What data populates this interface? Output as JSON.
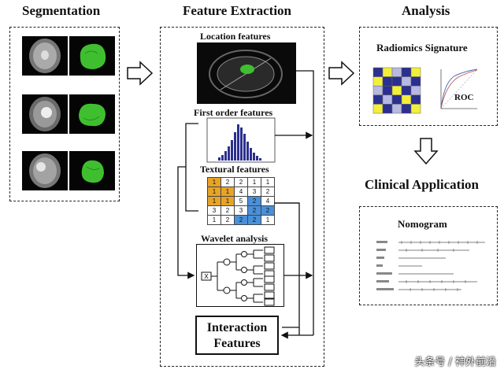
{
  "headings": {
    "segmentation": "Segmentation",
    "feature_extraction": "Feature Extraction",
    "analysis": "Analysis"
  },
  "feature_labels": {
    "location": "Location features",
    "first_order": "First order features",
    "textural": "Textural features",
    "wavelet": "Wavelet analysis",
    "interaction_line1": "Interaction",
    "interaction_line2": "Features"
  },
  "analysis": {
    "radiomics_signature": "Radiomics Signature",
    "roc": "ROC",
    "clinical_application": "Clinical Application",
    "nomogram": "Nomogram"
  },
  "texture_matrix": [
    [
      "1",
      "2",
      "2",
      "1",
      "1"
    ],
    [
      "1",
      "1",
      "4",
      "3",
      "2"
    ],
    [
      "1",
      "1",
      "5",
      "2",
      "4"
    ],
    [
      "3",
      "2",
      "3",
      "2",
      "2"
    ],
    [
      "1",
      "2",
      "2",
      "2",
      "1"
    ]
  ],
  "wavelet_root_label": "X",
  "watermark": "头条号 / 神外前沿",
  "colors": {
    "segment_green": "#3fbf2f",
    "matrix_orange": "#e8a427",
    "matrix_blue": "#4a90d9",
    "heatmap_navy": "#2b2f8f",
    "heatmap_yellow": "#f2ef3a",
    "heatmap_lavender": "#b7b8e3"
  }
}
